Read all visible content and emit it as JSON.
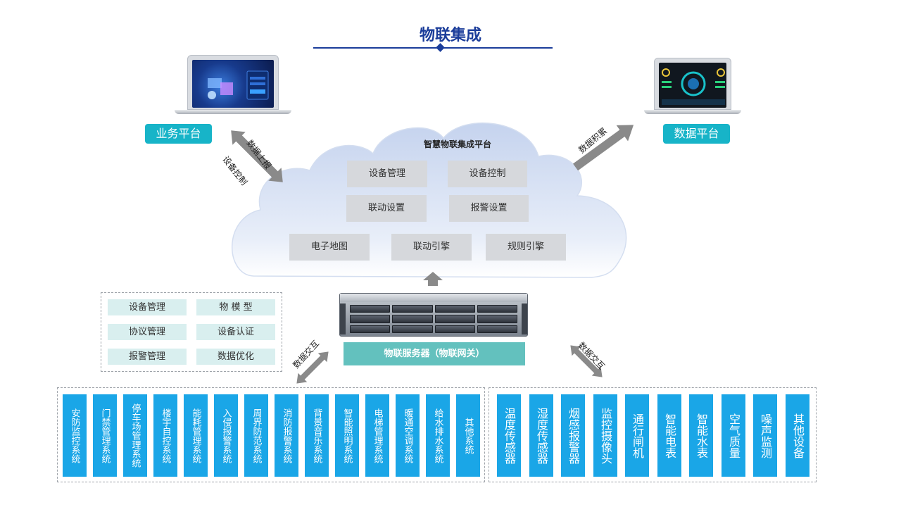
{
  "title": "物联集成",
  "platforms": {
    "business": "业务平台",
    "data": "数据平台"
  },
  "arrows": {
    "report_up": "数据上报",
    "device_control": "设备控制",
    "data_accumulate": "数据积累",
    "exchange_left": "数据交互",
    "exchange_right": "数据交互"
  },
  "cloud": {
    "title": "智慧物联集成平台",
    "modules": [
      "设备管理",
      "设备控制",
      "联动设置",
      "报警设置",
      "电子地图",
      "联动引擎",
      "规则引擎"
    ]
  },
  "server": {
    "label": "物联服务器（物联网关）"
  },
  "gateway_features": [
    "设备管理",
    "物 模 型",
    "协议管理",
    "设备认证",
    "报警管理",
    "数据优化"
  ],
  "subsystems": [
    "安防监控系统",
    "门禁管理系统",
    "停车场管理系统",
    "楼宇自控系统",
    "能耗管理系统",
    "入侵报警系统",
    "周界防范系统",
    "消防报警系统",
    "背景音乐系统",
    "智能照明系统",
    "电梯管理系统",
    "暖通空调系统",
    "给水排水系统",
    "其他系统"
  ],
  "devices": [
    "温度传感器",
    "湿度传感器",
    "烟感报警器",
    "监控摄像头",
    "通行闸机",
    "智能电表",
    "智能水表",
    "空气质量",
    "噪声监测",
    "其他设备"
  ],
  "colors": {
    "title": "#1b3d9a",
    "badge": "#17b4c8",
    "server_label": "#63c1be",
    "card": "#1aa6e7",
    "arrow": "#8a8a8a"
  }
}
